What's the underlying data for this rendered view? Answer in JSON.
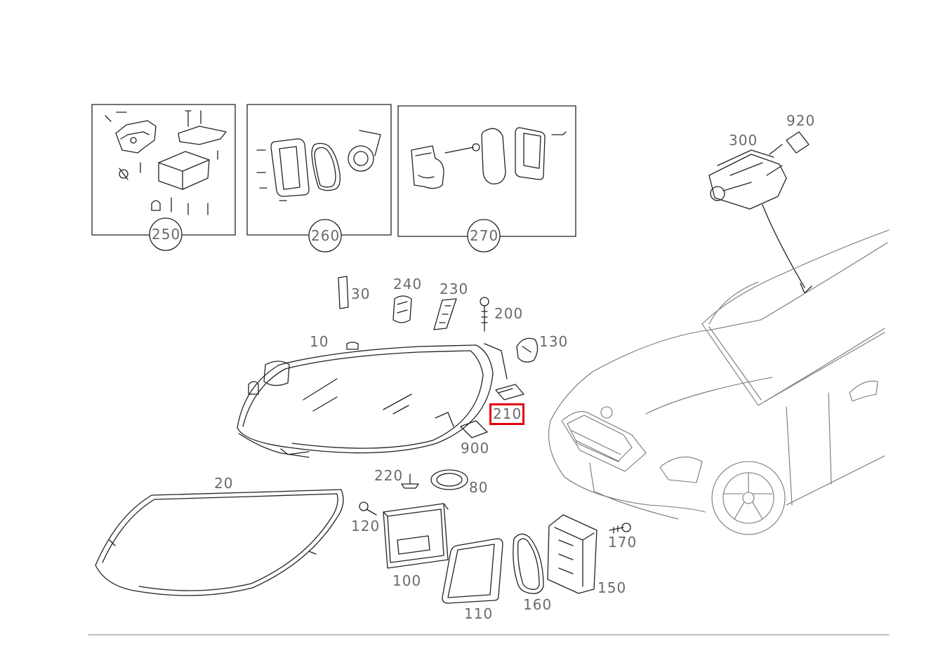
{
  "highlight_color": "#e3000f",
  "highlighted_part": "210",
  "inset_labels": [
    "250",
    "260",
    "270"
  ],
  "part_labels": {
    "p300": "300",
    "p920": "920",
    "p30": "30",
    "p240": "240",
    "p230": "230",
    "p200": "200",
    "p10": "10",
    "p130": "130",
    "p210": "210",
    "p900": "900",
    "p220": "220",
    "p80": "80",
    "p20": "20",
    "p120": "120",
    "p100": "100",
    "p170": "170",
    "p150": "150",
    "p110": "110",
    "p160": "160"
  }
}
